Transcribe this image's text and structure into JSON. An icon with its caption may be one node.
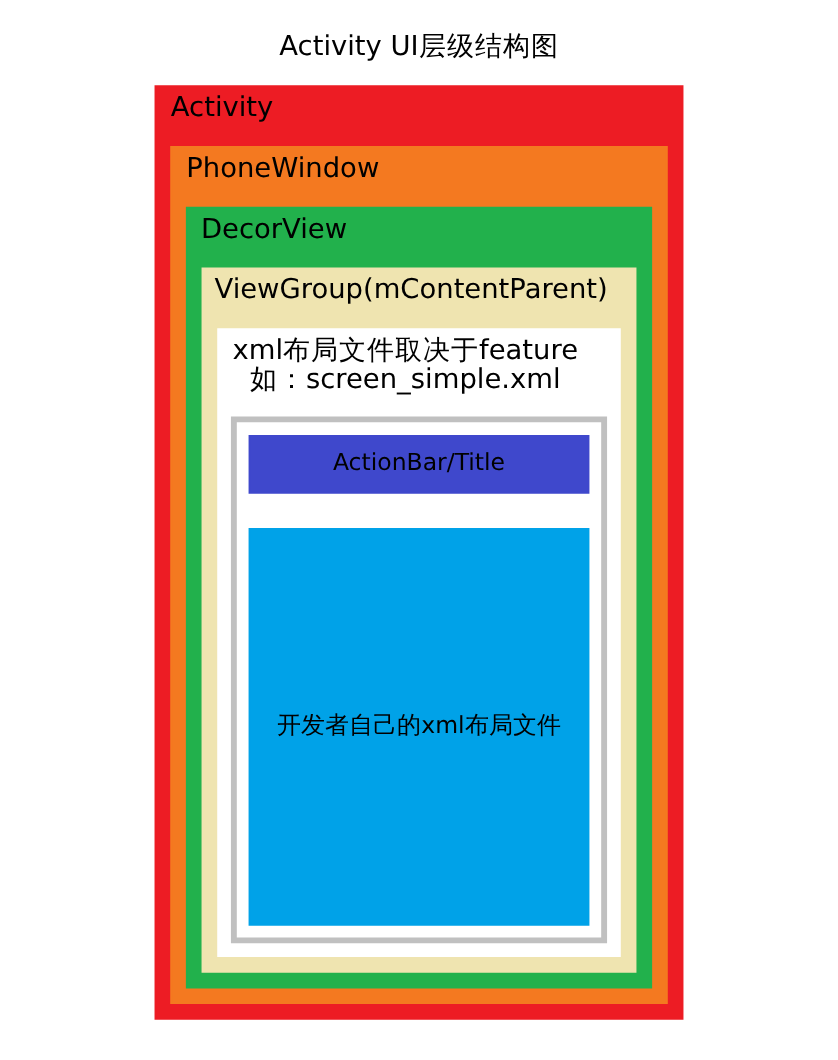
{
  "diagram": {
    "title": "Activity UI层级结构图",
    "nodes": [
      {
        "text": [
          "Activity"
        ]
      },
      {
        "text": [
          "PhoneWindow"
        ],
        "in": 0
      },
      {
        "text": [
          "DecorView"
        ],
        "in": 1
      },
      {
        "text": [
          "ViewGroup(mContentParent)"
        ],
        "in": 2
      },
      {
        "text": [
          "xml布局文件取决于feature",
          "如：screen_simple.xml"
        ],
        "in": 3
      },
      {
        "text": [],
        "shape": "box",
        "in": 4
      },
      {
        "text": [
          "ActionBar/Title"
        ],
        "in": 5
      },
      {
        "text": [
          "开发者自己的xml布局文件"
        ],
        "in": 5
      }
    ],
    "edges": []
  }
}
